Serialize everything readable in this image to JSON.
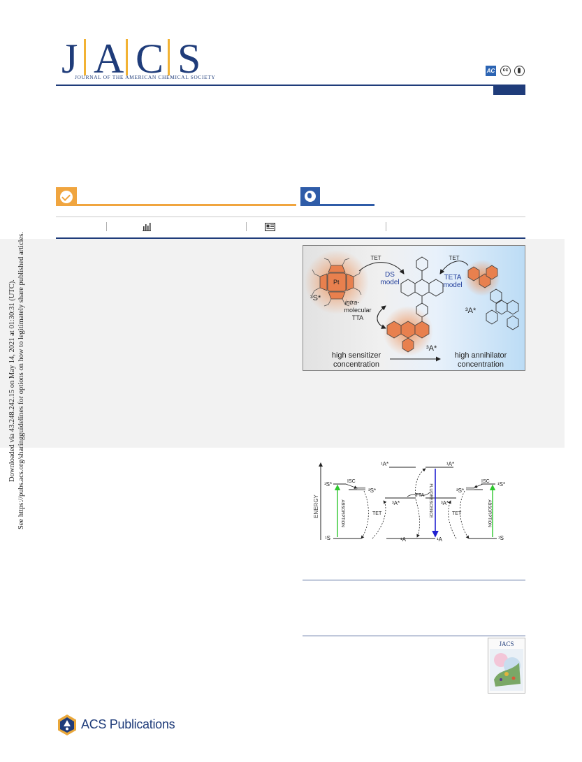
{
  "header": {
    "logo_letters": [
      "J",
      "A",
      "C",
      "S"
    ],
    "journal_name": "JOURNAL OF THE AMERICAN CHEMICAL SOCIETY",
    "badges": {
      "ac": "AC",
      "cc": "cc"
    }
  },
  "side_note": {
    "line1": "Downloaded via 43.248.242.15 on May 14, 2021 at 01:30:31 (UTC).",
    "line2": "See https://pubs.acs.org/sharingguidelines for options on how to legitimately share published articles."
  },
  "toc_graphic": {
    "tet_left": "TET",
    "tet_right": "TET",
    "ds_model_1": "DS",
    "ds_model_2": "model",
    "teta_model_1": "TETA",
    "teta_model_2": "model",
    "sensitizer_state": "³S*",
    "annihilator_state_left": "³A*",
    "annihilator_state_right": "³A*",
    "intra_1": "intra-",
    "intra_2": "molecular",
    "intra_3": "TTA",
    "pt_label": "Pt",
    "bottom_left_1": "high sensitizer",
    "bottom_left_2": "concentration",
    "bottom_right_1": "high annihilator",
    "bottom_right_2": "concentration"
  },
  "energy_diagram": {
    "energy_axis": "ENERGY",
    "left": {
      "s1": "¹S*",
      "s3": "³S*",
      "s0": "¹S",
      "isc": "ISC",
      "absorption": "ABSORPTION",
      "tet": "TET"
    },
    "center": {
      "a1_top_left": "¹A*",
      "a1_top_right": "¹A*",
      "a3_left": "³A*",
      "a3_right": "³A*",
      "a0_left": "¹A",
      "a0_right": "¹A",
      "tta": "TTA",
      "fluorescence": "FLUORESCENCE"
    },
    "right": {
      "s1": "¹S*",
      "s3": "³S*",
      "s0": "¹S",
      "isc": "ISC",
      "absorption": "ABSORPTION",
      "tet": "TET"
    }
  },
  "cover": {
    "title": "JACS"
  },
  "footer": {
    "publisher": "ACS Publications"
  },
  "colors": {
    "navy": "#1f3c7a",
    "gold": "#f2b233",
    "orange": "#f0a53f",
    "blue": "#2f5ca8",
    "molecule": "#e8804e"
  }
}
